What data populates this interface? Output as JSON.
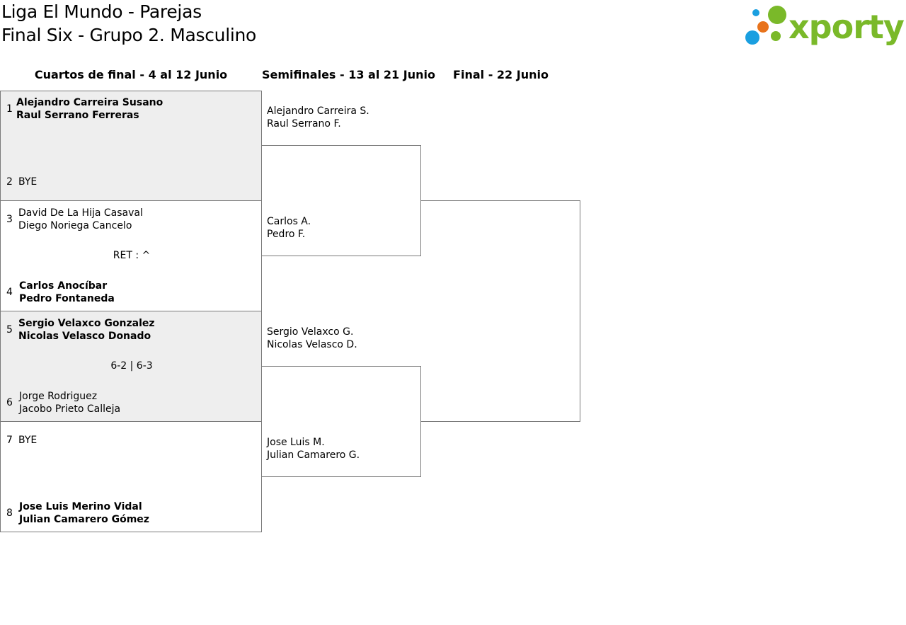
{
  "header": {
    "title_line1": "Liga El Mundo - Parejas",
    "title_line2": "Final Six - Grupo 2. Masculino",
    "logo_text": "xporty"
  },
  "rounds": {
    "quarterfinals": "Cuartos de final - 4 al 12 Junio",
    "semifinals": "Semifinales - 13 al 21 Junio",
    "final": "Final - 22 Junio"
  },
  "quarterfinals": [
    {
      "top": {
        "seed": "1",
        "line1": "Alejandro Carreira Susano",
        "line2": "Raul Serrano Ferreras"
      },
      "bottom": {
        "seed": "2",
        "line1": "BYE",
        "line2": ""
      },
      "result": ""
    },
    {
      "top": {
        "seed": "3",
        "line1": "David De La Hija Casaval",
        "line2": "Diego Noriega Cancelo"
      },
      "bottom": {
        "seed": "4",
        "line1": "Carlos Anocíbar",
        "line2": "Pedro Fontaneda"
      },
      "result": "RET : ^"
    },
    {
      "top": {
        "seed": "5",
        "line1": "Sergio Velaxco Gonzalez",
        "line2": "Nicolas Velasco Donado"
      },
      "bottom": {
        "seed": "6",
        "line1": "Jorge Rodriguez",
        "line2": "Jacobo Prieto Calleja"
      },
      "result": "6-2 | 6-3"
    },
    {
      "top": {
        "seed": "7",
        "line1": "BYE",
        "line2": ""
      },
      "bottom": {
        "seed": "8",
        "line1": "Jose Luis Merino Vidal",
        "line2": "Julian Camarero Gómez"
      },
      "result": ""
    }
  ],
  "semifinals": [
    {
      "line1": "Alejandro Carreira S.",
      "line2": "Raul Serrano F."
    },
    {
      "line1": "Carlos A.",
      "line2": "Pedro F."
    },
    {
      "line1": "Sergio Velaxco G.",
      "line2": "Nicolas Velasco D."
    },
    {
      "line1": "Jose Luis M.",
      "line2": "Julian Camarero G."
    }
  ],
  "colors": {
    "logo_green": "#7ab929",
    "logo_blue": "#1a9fe0",
    "logo_orange": "#e8731c",
    "shade": "#eeeeee"
  }
}
